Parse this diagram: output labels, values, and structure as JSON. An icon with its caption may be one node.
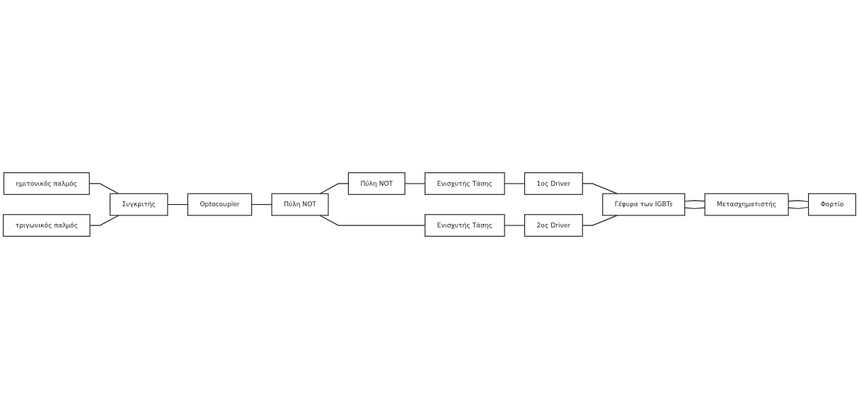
{
  "diagram": {
    "nodes": [
      {
        "text": [
          "ημιτονικός παλμός"
        ]
      },
      {
        "text": [
          "τριγωνικός παλμός"
        ]
      },
      {
        "text": [
          "Συγκριτής"
        ]
      },
      {
        "text": [
          "Optocoupler"
        ]
      },
      {
        "text": [
          "Πύλη NOT"
        ]
      },
      {
        "text": [
          "Πύλη NOT"
        ]
      },
      {
        "text": [
          "Ενισχυτής Τάσης"
        ]
      },
      {
        "text": [
          "1ος Driver"
        ]
      },
      {
        "text": [
          "Ενισχυτής Τάσης"
        ]
      },
      {
        "text": [
          "2ος Driver"
        ]
      },
      {
        "text": [
          "Γέφυρα των IGBTs"
        ]
      },
      {
        "text": [
          "Μετασχηματιστής"
        ]
      },
      {
        "text": [
          "Φορτίο"
        ]
      }
    ],
    "edges": [
      {
        "from": 0,
        "to": 2,
        "arrow": "none"
      },
      {
        "from": 1,
        "to": 2,
        "arrow": "none"
      },
      {
        "from": 2,
        "to": 3,
        "arrow": "none"
      },
      {
        "from": 3,
        "to": 4,
        "arrow": "none"
      },
      {
        "from": 4,
        "to": 5,
        "arrow": "none"
      },
      {
        "from": 4,
        "to": 8,
        "arrow": "none"
      },
      {
        "from": 5,
        "to": 6,
        "arrow": "none"
      },
      {
        "from": 6,
        "to": 7,
        "arrow": "none"
      },
      {
        "from": 7,
        "to": 10,
        "arrow": "none"
      },
      {
        "from": 8,
        "to": 9,
        "arrow": "none"
      },
      {
        "from": 9,
        "to": 10,
        "arrow": "none"
      },
      {
        "from": 10,
        "to": 11,
        "arrow": "none"
      },
      {
        "from": 10,
        "to": 11,
        "arrow": "none"
      },
      {
        "from": 11,
        "to": 12,
        "arrow": "none"
      },
      {
        "from": 11,
        "to": 12,
        "arrow": "none"
      }
    ]
  }
}
